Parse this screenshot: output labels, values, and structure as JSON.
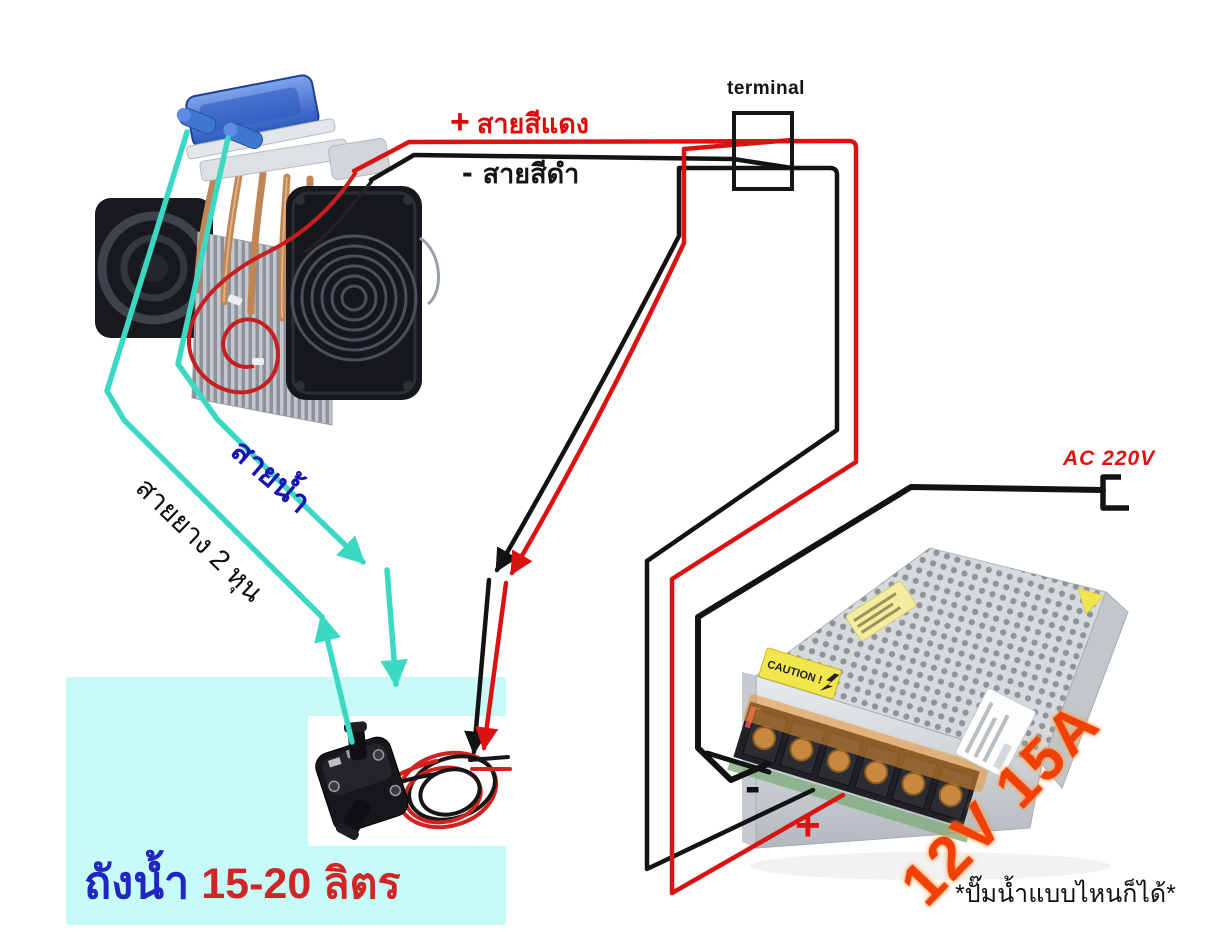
{
  "diagram": {
    "terminal_label": "terminal",
    "positive_wire": {
      "sign": "+",
      "text": "สายสีแดง"
    },
    "negative_wire": {
      "sign": "-",
      "text": "สายสีดำ"
    },
    "water_line_label": "สายน้ำ",
    "hose_label": "สายยาง 2 หุน",
    "ac_label": "AC 220V",
    "psu": {
      "rating": "12V 15A",
      "caution": "CAUTION !",
      "minus_mark": "-",
      "plus_mark": "+"
    },
    "tank": {
      "name": "ถังน้ำ",
      "capacity": "15-20 ลิตร"
    },
    "note": "*ปั๊มน้ำแบบไหนก็ได้*",
    "colors": {
      "wire_red": "#da1212",
      "wire_black": "#131313",
      "hose_teal": "#3bd8c4",
      "tank_fill": "#c7fbf8",
      "rating_color": "#f04008",
      "tank_name_color": "#2026c0",
      "tank_capacity_color": "#d02525"
    }
  }
}
